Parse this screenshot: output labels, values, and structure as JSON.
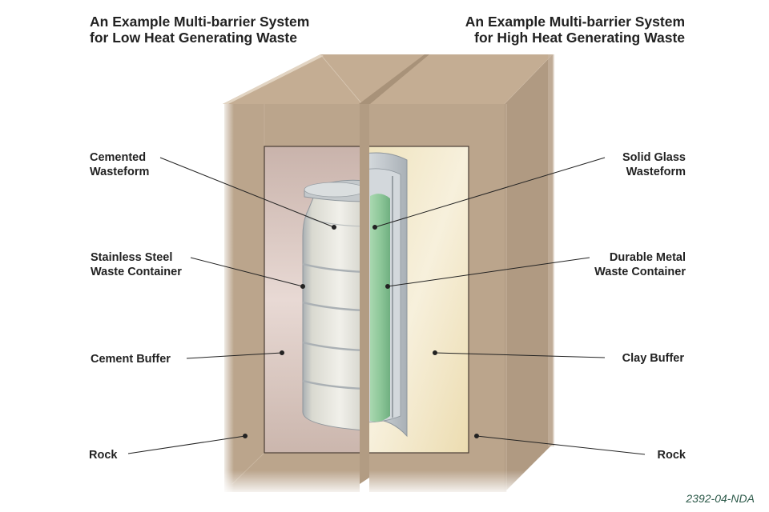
{
  "titles": {
    "left": [
      "An Example Multi-barrier System",
      "for Low Heat Generating Waste"
    ],
    "right": [
      "An Example Multi-barrier System",
      "for High Heat Generating Waste"
    ]
  },
  "labels_left": [
    {
      "id": "cemented-wasteform",
      "lines": [
        "Cemented",
        "Wasteform"
      ]
    },
    {
      "id": "stainless-steel-waste-container",
      "lines": [
        "Stainless Steel",
        "Waste Container"
      ]
    },
    {
      "id": "cement-buffer",
      "lines": [
        "Cement Buffer"
      ]
    },
    {
      "id": "rock-left",
      "lines": [
        "Rock"
      ]
    }
  ],
  "labels_right": [
    {
      "id": "solid-glass-wasteform",
      "lines": [
        "Solid Glass",
        "Wasteform"
      ]
    },
    {
      "id": "durable-metal-waste-container",
      "lines": [
        "Durable Metal",
        "Waste Container"
      ]
    },
    {
      "id": "clay-buffer",
      "lines": [
        "Clay Buffer"
      ]
    },
    {
      "id": "rock-right",
      "lines": [
        "Rock"
      ]
    }
  ],
  "figure_code": "2392-04-NDA",
  "colors": {
    "rock": "#bba58c",
    "rock_top": "#c4ad93",
    "rock_side": "#b09a82",
    "cement_buffer": "#d8c4bc",
    "clay_buffer": "#f1e6c6",
    "steel": "#dcdcd4",
    "metal_container": "#b8bec4",
    "glass": "#8fc89a",
    "text": "#222222",
    "code": "#2d5a4a"
  }
}
